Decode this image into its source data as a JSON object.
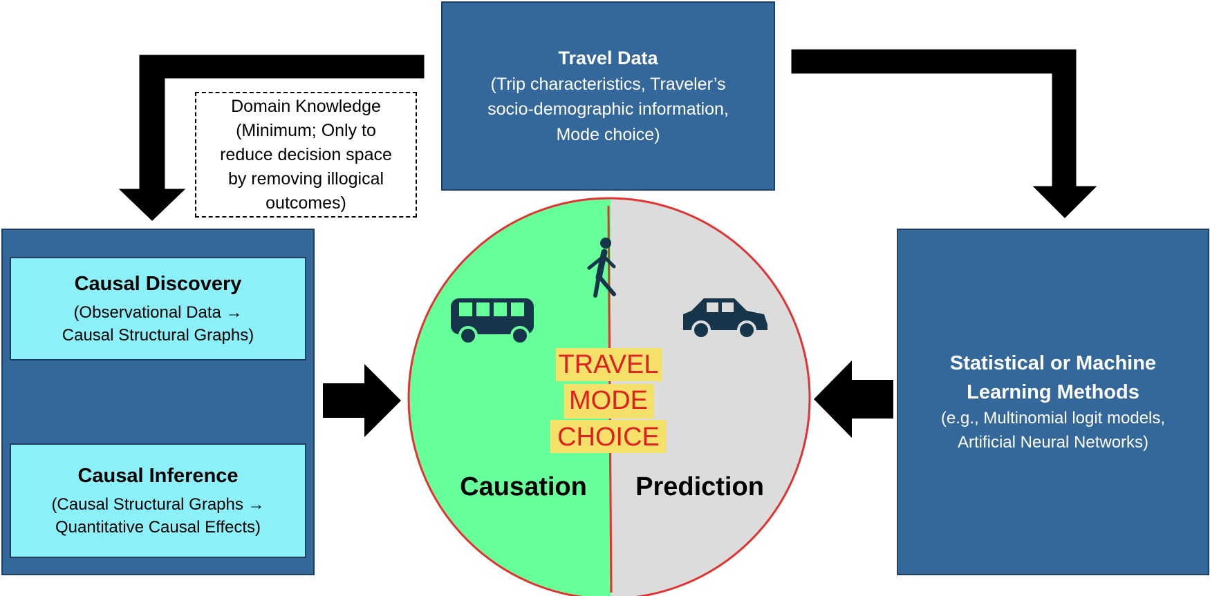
{
  "travel_data": {
    "title": "Travel Data",
    "line1": "(Trip characteristics, Traveler’s",
    "line2": "socio-demographic information,",
    "line3": "Mode choice)"
  },
  "domain_knowledge": {
    "line1": "Domain Knowledge",
    "line2": "(Minimum; Only to",
    "line3": "reduce decision space",
    "line4": "by removing illogical",
    "line5": "outcomes)"
  },
  "causal_discovery": {
    "title": "Causal Discovery",
    "line1": "(Observational Data →",
    "line2": "Causal Structural Graphs)"
  },
  "causal_inference": {
    "title": "Causal Inference",
    "line1": "(Causal Structural  Graphs →",
    "line2": "Quantitative Causal Effects)"
  },
  "methods": {
    "title1": "Statistical or Machine",
    "title2": "Learning Methods",
    "line1": "(e.g., Multinomial logit models,",
    "line2": "Artificial Neural Networks)"
  },
  "center": {
    "label1": "TRAVEL",
    "label2": "MODE",
    "label3": "CHOICE",
    "left_label": "Causation",
    "right_label": "Prediction"
  },
  "icons": [
    "walking-person-icon",
    "bus-icon",
    "car-icon"
  ],
  "colors": {
    "box_dark": "#34679a",
    "box_light": "#8cf0f8",
    "causation_half": "#66ff99",
    "prediction_half": "#dcdcdc",
    "circle_outline": "#e53030",
    "label_highlight": "#f5e06a",
    "label_text": "#e02020",
    "icon": "#17354a",
    "arrow": "#000000"
  }
}
